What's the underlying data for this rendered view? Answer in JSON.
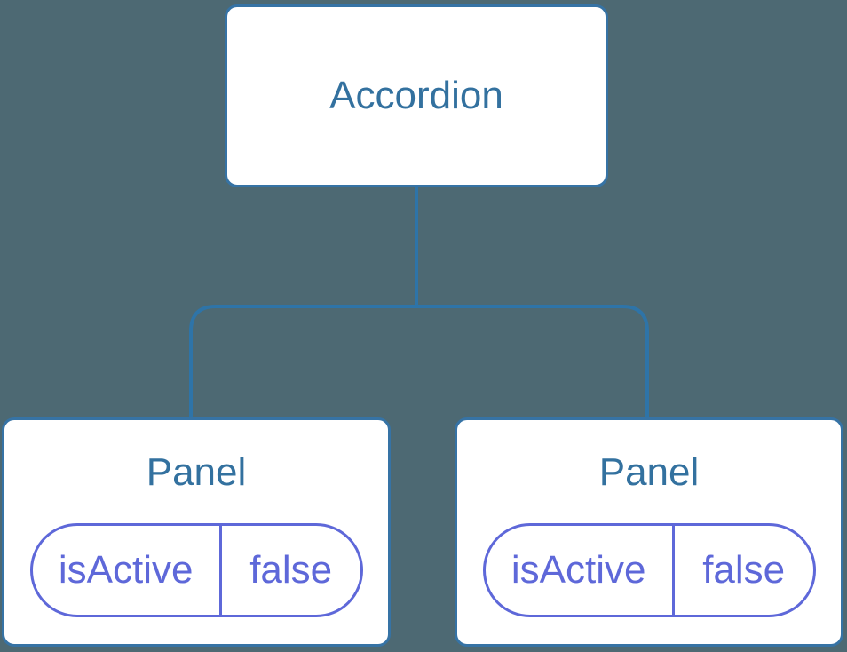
{
  "diagram": {
    "type": "component-tree",
    "root": {
      "label": "Accordion"
    },
    "children": [
      {
        "label": "Panel",
        "props": [
          {
            "name": "isActive",
            "value": "false"
          }
        ]
      },
      {
        "label": "Panel",
        "props": [
          {
            "name": "isActive",
            "value": "false"
          }
        ]
      }
    ]
  },
  "colors": {
    "bg": "#4D6973",
    "node-bg": "#FFFFFF",
    "node-border": "#3673A5",
    "connector": "#2E74A8",
    "title": "#33719F",
    "pill": "#5E68D9"
  }
}
